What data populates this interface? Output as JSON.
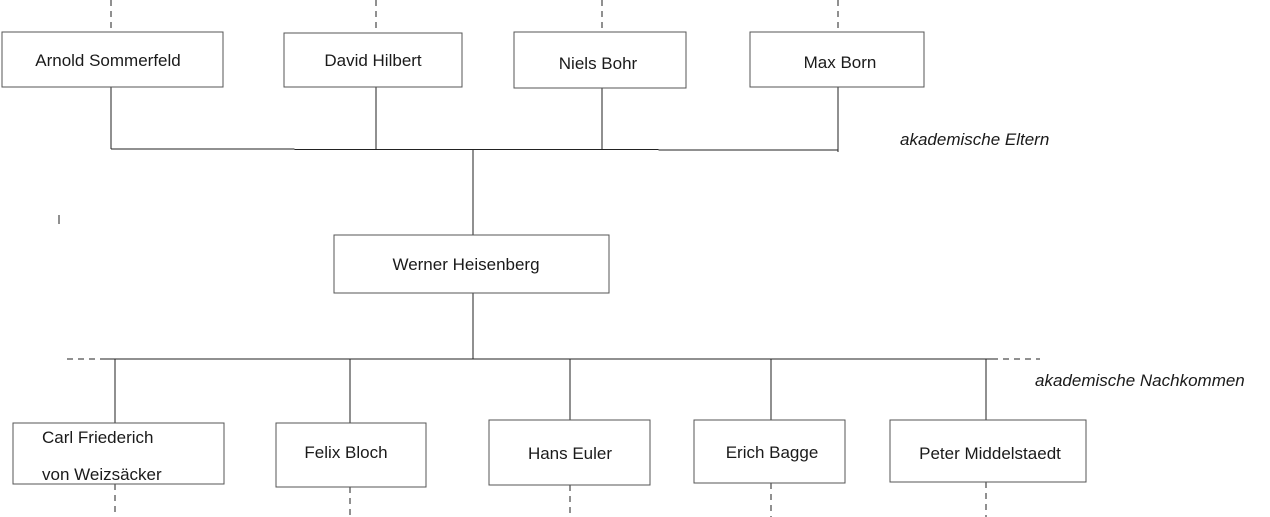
{
  "parents_label": "akademische Eltern",
  "descendants_label": "akademische Nachkommen",
  "parents": [
    {
      "name": "Arnold Sommerfeld"
    },
    {
      "name": "David Hilbert"
    },
    {
      "name": "Niels Bohr"
    },
    {
      "name": "Max Born"
    }
  ],
  "center": {
    "name": "Werner Heisenberg"
  },
  "descendants": [
    {
      "lines": [
        "Carl Friederich",
        "von Weizsäcker"
      ]
    },
    {
      "lines": [
        "Felix Bloch"
      ]
    },
    {
      "lines": [
        "Hans Euler"
      ]
    },
    {
      "lines": [
        "Erich Bagge"
      ]
    },
    {
      "lines": [
        "Peter Middelstaedt"
      ]
    }
  ]
}
